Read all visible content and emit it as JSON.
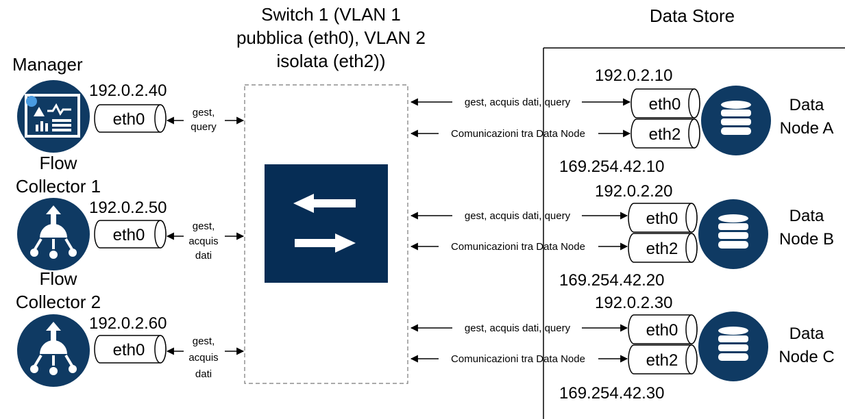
{
  "switch": {
    "title_lines": [
      "Switch 1 (VLAN 1",
      "pubblica (eth0), VLAN 2",
      "isolata (eth2))"
    ]
  },
  "datastore": {
    "title": "Data Store"
  },
  "manager": {
    "title": "Manager",
    "ip": "192.0.2.40",
    "iface": "eth0",
    "link_lines": [
      "gest,",
      "query"
    ]
  },
  "collector1": {
    "title_lines": [
      "Flow",
      "Collector 1"
    ],
    "ip": "192.0.2.50",
    "iface": "eth0",
    "link_lines": [
      "gest,",
      "acquis",
      "dati"
    ]
  },
  "collector2": {
    "title_lines": [
      "Flow",
      "Collector 2"
    ],
    "ip": "192.0.2.60",
    "iface": "eth0",
    "link_lines": [
      "gest,",
      "acquis",
      "dati"
    ]
  },
  "nodes": [
    {
      "name_lines": [
        "Data",
        "Node A"
      ],
      "ip_public": "192.0.2.10",
      "ip_private": "169.254.42.10",
      "iface_public": "eth0",
      "iface_private": "eth2",
      "link_public": "gest, acquis dati, query",
      "link_private": "Comunicazioni tra Data Node"
    },
    {
      "name_lines": [
        "Data",
        "Node B"
      ],
      "ip_public": "192.0.2.20",
      "ip_private": "169.254.42.20",
      "iface_public": "eth0",
      "iface_private": "eth2",
      "link_public": "gest, acquis dati, query",
      "link_private": "Comunicazioni tra Data Node"
    },
    {
      "name_lines": [
        "Data",
        "Node C"
      ],
      "ip_public": "192.0.2.30",
      "ip_private": "169.254.42.30",
      "iface_public": "eth0",
      "iface_private": "eth2",
      "link_public": "gest, acquis dati, query",
      "link_private": "Comunicazioni tra Data Node"
    }
  ],
  "colors": {
    "icon": "#0f3a63",
    "switch": "#062d55"
  },
  "icons": {
    "manager": "dashboard-monitor-icon",
    "collector": "flow-collector-icon",
    "node": "database-icon",
    "switch": "switch-arrows-icon"
  }
}
